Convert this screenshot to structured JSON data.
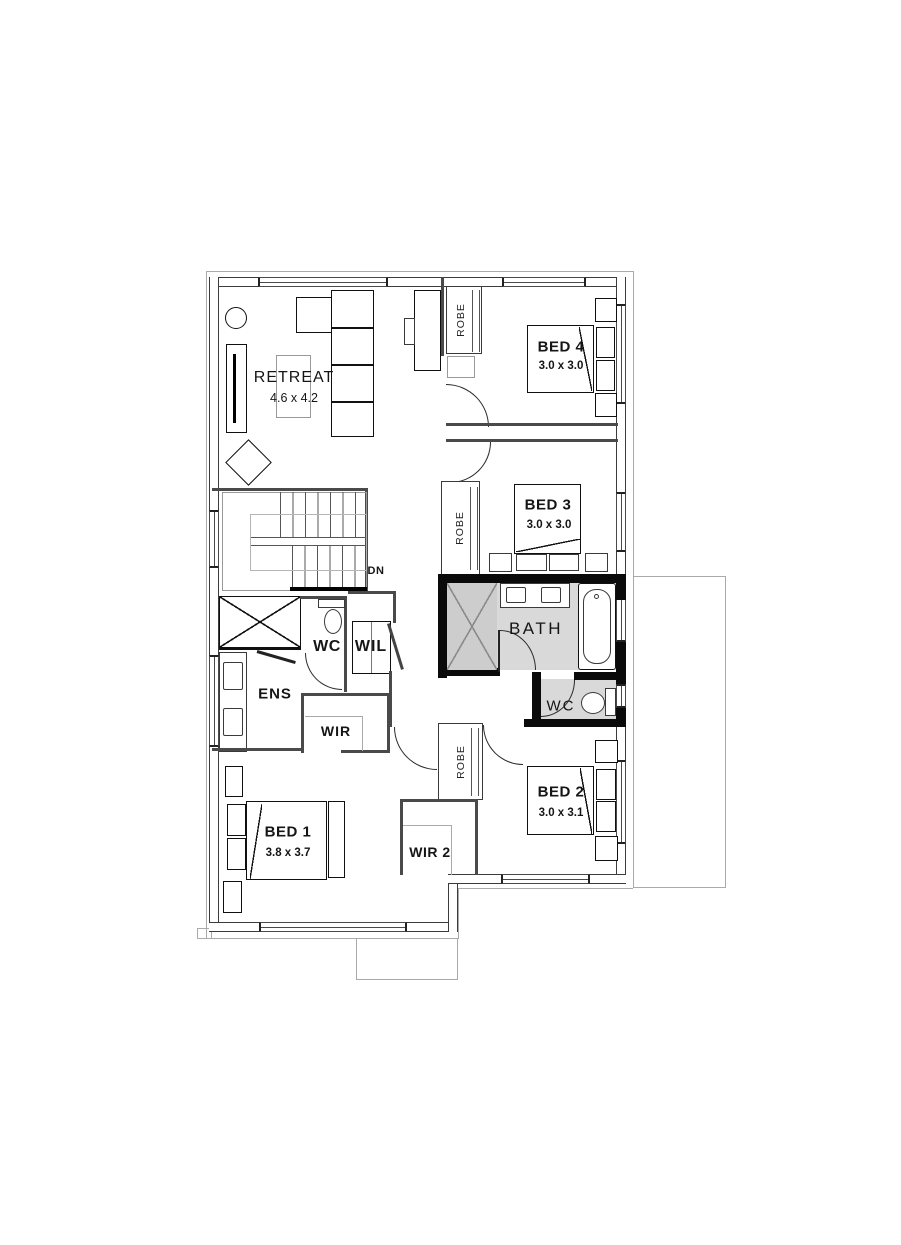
{
  "plan": {
    "type": "residential floor plan",
    "rooms": [
      {
        "id": "retreat",
        "label": "RETREAT",
        "dims": "4.6 x 4.2"
      },
      {
        "id": "bed-4",
        "label": "BED 4",
        "dims": "3.0 x 3.0"
      },
      {
        "id": "bed-3",
        "label": "BED 3",
        "dims": "3.0 x 3.0"
      },
      {
        "id": "bath",
        "label": "BATH"
      },
      {
        "id": "ensuite-wc",
        "label": "WC"
      },
      {
        "id": "walk-in-linen",
        "label": "WIL"
      },
      {
        "id": "ensuite",
        "label": "ENS"
      },
      {
        "id": "walk-in-robe",
        "label": "WIR"
      },
      {
        "id": "wc",
        "label": "WC"
      },
      {
        "id": "bed-1",
        "label": "BED 1",
        "dims": "3.8 x 3.7"
      },
      {
        "id": "walk-in-robe-2",
        "label": "WIR 2"
      },
      {
        "id": "bed-2",
        "label": "BED 2",
        "dims": "3.0 x 3.1"
      }
    ],
    "closets": [
      {
        "id": "robe-hall",
        "label": "ROBE"
      },
      {
        "id": "robe-bed3",
        "label": "ROBE"
      },
      {
        "id": "robe-bed2",
        "label": "ROBE"
      }
    ],
    "stairs": {
      "direction_label": "DN"
    },
    "colors": {
      "wall_line": "#3c3c3c",
      "wet_area_wall": "#0a0a0a",
      "wet_area_floor": "#d9d9d9",
      "thin_outline": "#aaaaaa",
      "furniture_line": "#111111",
      "background": "#ffffff"
    }
  }
}
